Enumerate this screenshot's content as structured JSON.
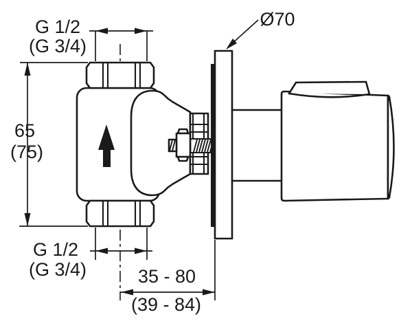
{
  "drawing": {
    "line_color": "#1a1a1a",
    "background": "#ffffff",
    "dimensions": {
      "top_thread": {
        "primary": "G 1/2",
        "alternate": "(G 3/4)"
      },
      "bottom_thread": {
        "primary": "G 1/2",
        "alternate": "(G 3/4)"
      },
      "body_height": {
        "primary": "65",
        "alternate": "(75)"
      },
      "plate_diameter": {
        "primary": "Ø70"
      },
      "mounting_depth": {
        "primary": "35 - 80",
        "alternate": "(39 - 84)"
      }
    }
  }
}
